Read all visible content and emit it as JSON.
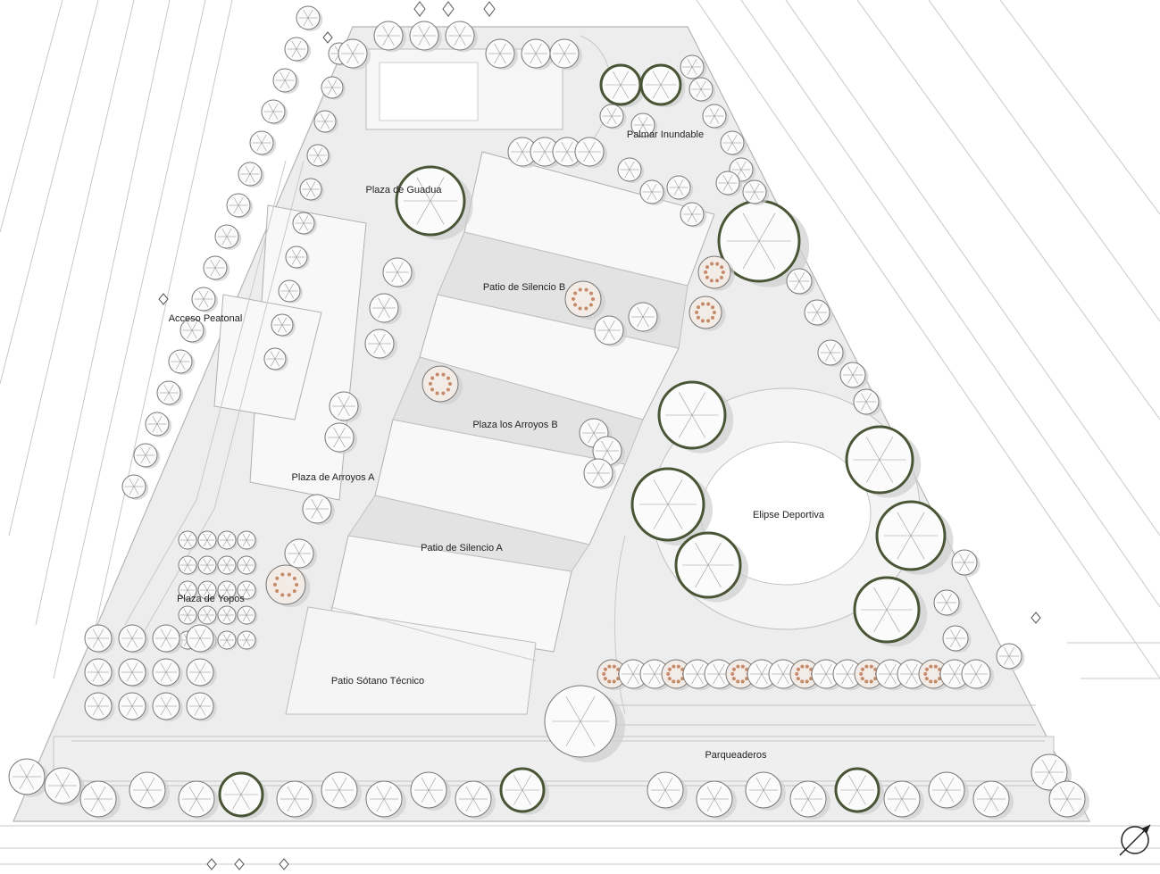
{
  "plan": {
    "labels": {
      "plaza_guadua": "Plaza de Guadua",
      "palmar_inundable": "Palmar Inundable",
      "patio_silencio_b": "Patio de Silencio B",
      "acceso_peatonal": "Acceso Peatonal",
      "plaza_arroyos_b": "Plaza los Arroyos B",
      "plaza_arroyos_a": "Plaza de Arroyos A",
      "elipse_deportiva": "Elipse Deportiva",
      "patio_silencio_a": "Patio de Silencio A",
      "plaza_yopos": "Plaza de Yopos",
      "patio_sotano": "Patio Sótano Técnico",
      "parqueaderos": "Parqueaderos"
    },
    "colors": {
      "site_fill": "#ededed",
      "building_fill": "#f8f8f8",
      "line": "#b5b5b5",
      "tree_shadow": "#cfcfcf",
      "canopy_dark": "#4a5535",
      "flowering_tree": "#c48a6a"
    },
    "icons": [
      "north-arrow-icon",
      "section-marker-icon"
    ]
  }
}
